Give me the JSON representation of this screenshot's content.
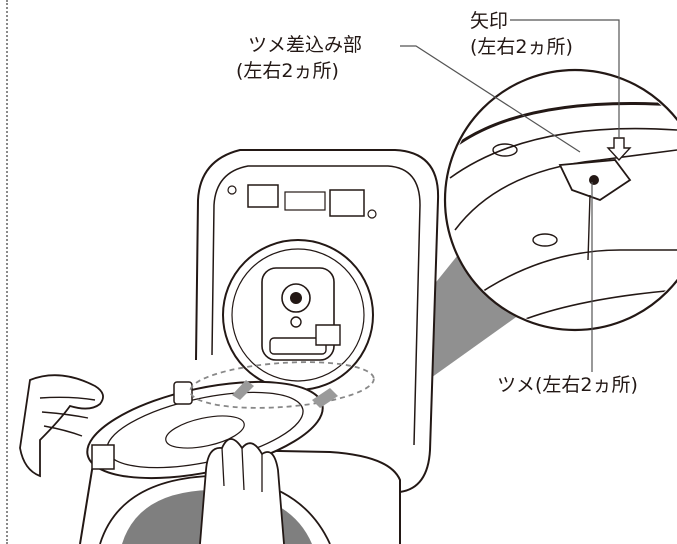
{
  "labels": {
    "claw_insertion": "ツメ差込み部",
    "claw_insertion_note": "(左右2ヵ所)",
    "arrow_mark": "矢印",
    "arrow_mark_note": "(左右2ヵ所)",
    "claw": "ツメ(左右2ヵ所)"
  },
  "colors": {
    "line": "#231815",
    "leader": "#555555",
    "zoom_cone": "#7d7d7d",
    "highlight_arrow": "#9a9a9a",
    "metal_inner": "#7f7f7f",
    "separator": "#8a8a8a"
  },
  "icons": [
    "hand-icon",
    "down-arrow-icon"
  ]
}
